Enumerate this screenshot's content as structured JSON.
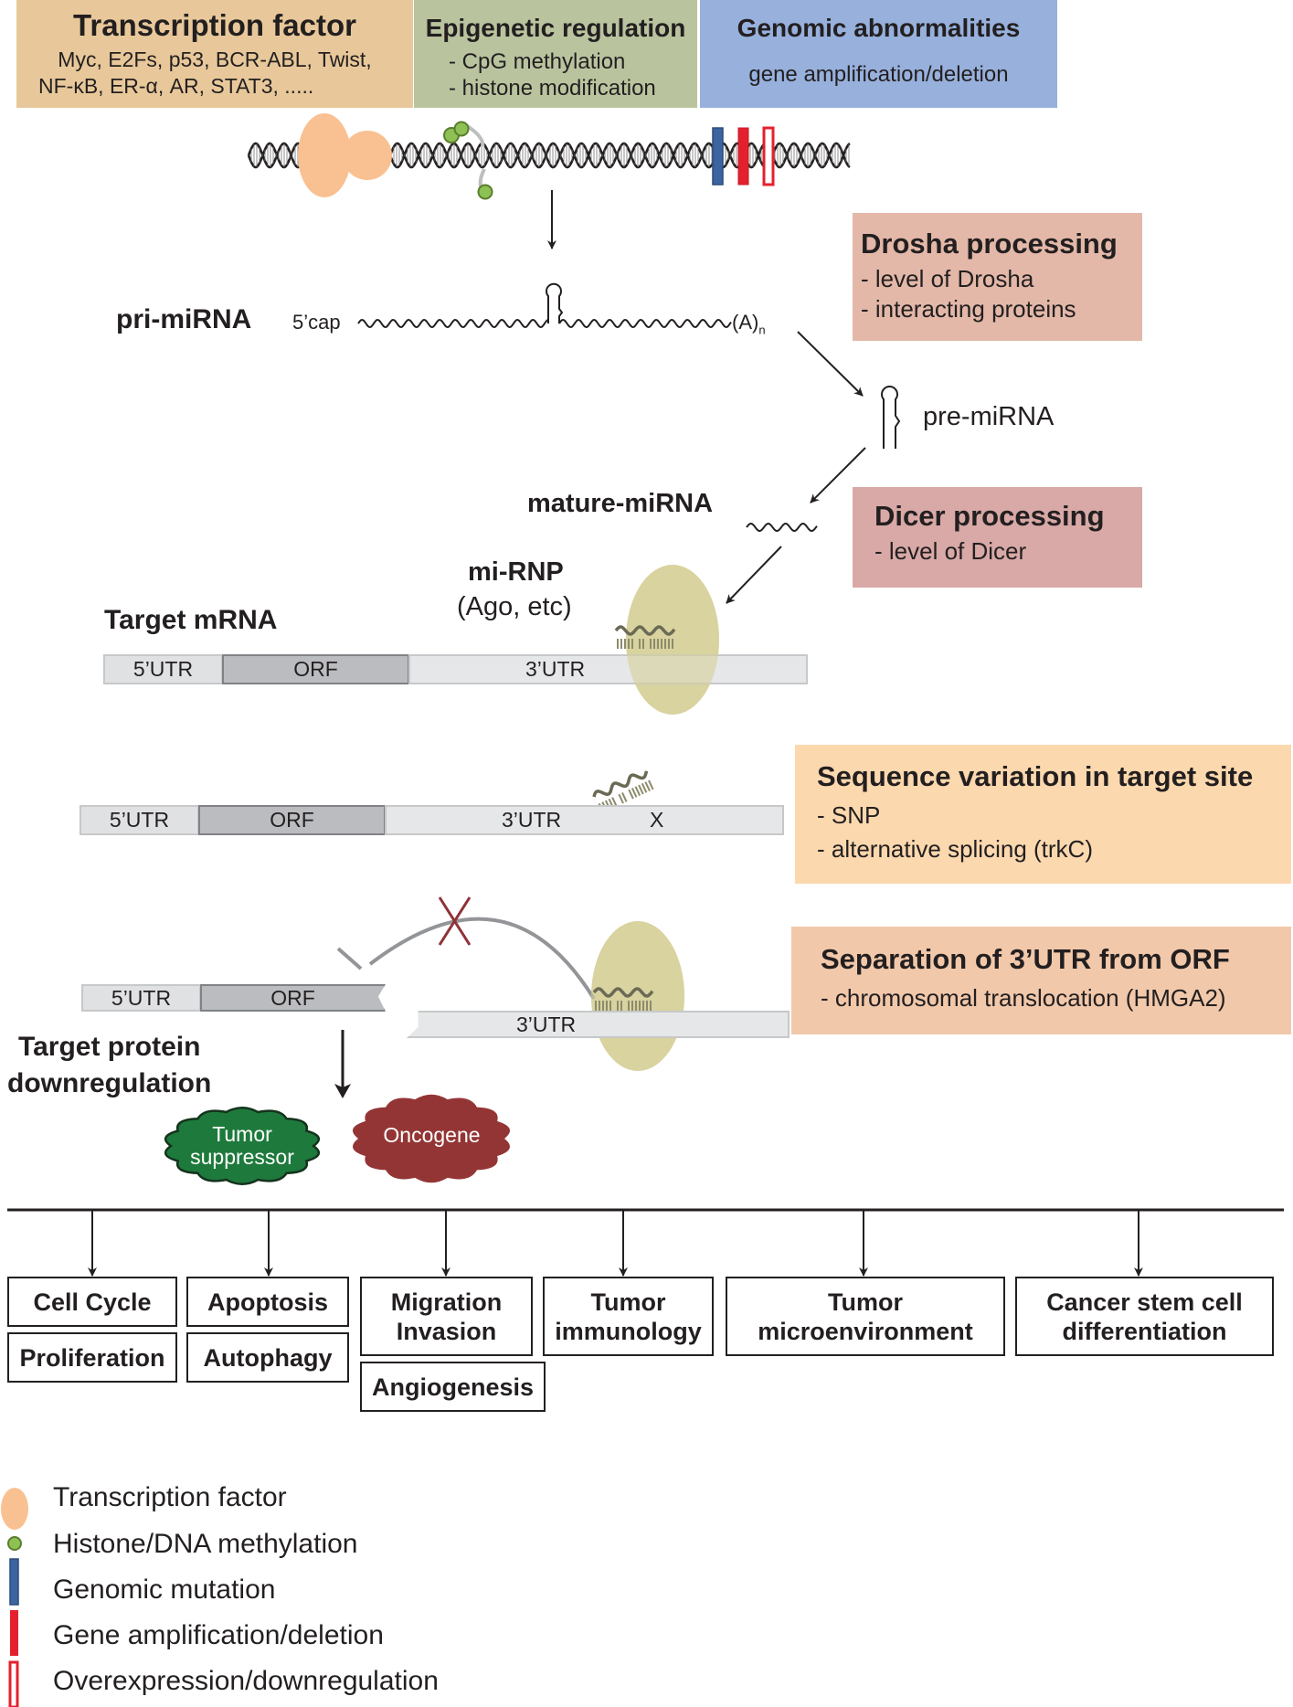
{
  "header": {
    "transcription_factor": {
      "title": "Transcription factor",
      "line1": "Myc, E2Fs, p53, BCR-ABL, Twist,",
      "line2": "NF-κB, ER-α, AR, STAT3, .....",
      "color": "#e8c89a"
    },
    "epigenetic": {
      "title": "Epigenetic regulation",
      "items": [
        "- CpG methylation",
        "- histone modification"
      ],
      "color": "#b9c49f"
    },
    "genomic": {
      "title": "Genomic abnormalities",
      "line1": "gene amplification/deletion",
      "color": "#97b0dc"
    }
  },
  "pathway": {
    "pri_mirna": {
      "label": "pri-miRNA",
      "cap": "5’cap",
      "tail": "(A)",
      "tail_sub": "n"
    },
    "pre_mirna": {
      "label": "pre-miRNA"
    },
    "mature_mirna": {
      "label": "mature-miRNA"
    },
    "mi_rnp": {
      "label": "mi-RNP",
      "sub": "(Ago, etc)"
    },
    "target_mrna": {
      "label": "Target mRNA"
    }
  },
  "notes": {
    "drosha": {
      "title": "Drosha processing",
      "items": [
        "- level of Drosha",
        "- interacting proteins"
      ],
      "color": "#e3b8a8"
    },
    "dicer": {
      "title": "Dicer processing",
      "items": [
        "- level of Dicer"
      ],
      "color": "#d8a9a6"
    },
    "sequence": {
      "title": "Sequence variation in target site",
      "items": [
        "- SNP",
        "- alternative splicing (trkC)"
      ],
      "color": "#fcd8ae"
    },
    "separation": {
      "title": "Separation of 3’UTR from ORF",
      "items": [
        "- chromosomal translocation (HMGA2)"
      ],
      "color": "#f1c8aa"
    }
  },
  "mrna_rows": [
    {
      "utr5": "5’UTR",
      "orf": "ORF",
      "utr3": "3’UTR"
    },
    {
      "utr5": "5’UTR",
      "orf": "ORF",
      "utr3": "3’UTR",
      "mutation_mark": "X"
    },
    {
      "utr5": "5’UTR",
      "orf": "ORF",
      "utr3": "3’UTR"
    }
  ],
  "outcome": {
    "title_line1": "Target protein",
    "title_line2": "downregulation",
    "tumor_suppressor": {
      "line1": "Tumor",
      "line2": "suppressor",
      "color": "#1e7a3c"
    },
    "oncogene": {
      "label": "Oncogene",
      "color": "#943535"
    }
  },
  "functions": [
    {
      "name": "cell-cycle",
      "lines": [
        "Cell Cycle"
      ]
    },
    {
      "name": "proliferation",
      "lines": [
        "Proliferation"
      ]
    },
    {
      "name": "apoptosis",
      "lines": [
        "Apoptosis"
      ]
    },
    {
      "name": "autophagy",
      "lines": [
        "Autophagy"
      ]
    },
    {
      "name": "migration-invasion",
      "lines": [
        "Migration",
        "Invasion"
      ]
    },
    {
      "name": "angiogenesis",
      "lines": [
        "Angiogenesis"
      ]
    },
    {
      "name": "tumor-immunology",
      "lines": [
        "Tumor",
        "immunology"
      ]
    },
    {
      "name": "tumor-microenvironment",
      "lines": [
        "Tumor",
        "microenvironment"
      ]
    },
    {
      "name": "cancer-stem-cell",
      "lines": [
        "Cancer stem cell",
        "differentiation"
      ]
    }
  ],
  "legend": [
    {
      "icon": "transcription-factor-icon",
      "label": "Transcription factor"
    },
    {
      "icon": "methylation-dot-icon",
      "label": "Histone/DNA methylation"
    },
    {
      "icon": "genomic-mutation-bar-icon",
      "label": "Genomic mutation"
    },
    {
      "icon": "amplification-bar-icon",
      "label": "Gene amplification/deletion"
    },
    {
      "icon": "overexpression-bar-icon",
      "label": "Overexpression/downregulation"
    }
  ],
  "colors": {
    "tf_blob": "#f9c192",
    "methyl_dot": "#8dc153",
    "mutation_blue": "#3b64a0",
    "amp_red": "#e5202e",
    "rnp_ellipse": "#d6d19a",
    "mirna_strand": "#6b6a55",
    "block_x": "#8e3338"
  }
}
